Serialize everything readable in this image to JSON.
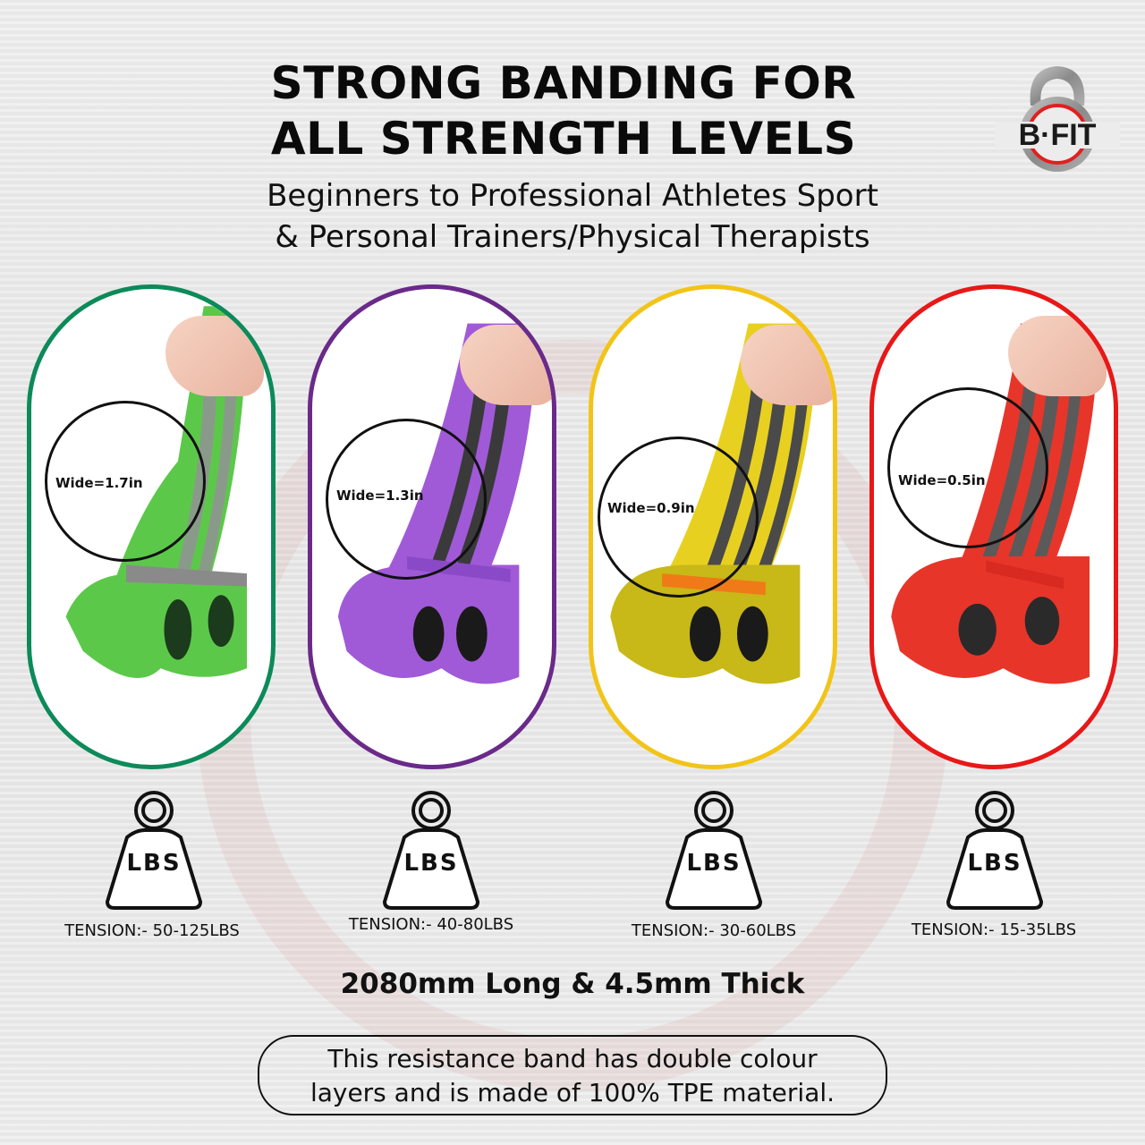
{
  "header": {
    "title_line1": "STRONG BANDING FOR",
    "title_line2": "ALL STRENGTH LEVELS",
    "subtitle_line1": "Beginners to Professional Athletes Sport",
    "subtitle_line2": "& Personal Trainers/Physical Therapists"
  },
  "logo": {
    "text": "B·FIT",
    "icon": "kettlebell-icon",
    "accent": "#e02020"
  },
  "bands": [
    {
      "color_name": "green",
      "border": "#0c8a5a",
      "band": "#5cc84a",
      "stripe": "#8a9a8a",
      "width_label": "Wide=1.7in",
      "tension": "TENSION:- 50-125LBS",
      "weight_label": "LBS"
    },
    {
      "color_name": "purple",
      "border": "#6a2a8a",
      "band": "#a05ad8",
      "stripe": "#3a3a3a",
      "width_label": "Wide=1.3in",
      "tension": "TENSION:- 40-80LBS",
      "weight_label": "LBS"
    },
    {
      "color_name": "yellow",
      "border": "#f2c418",
      "band": "#e8d020",
      "stripe": "#4a4a4a",
      "width_label": "Wide=0.9in",
      "tension": "TENSION:- 30-60LBS",
      "weight_label": "LBS"
    },
    {
      "color_name": "red",
      "border": "#e81818",
      "band": "#e8352a",
      "stripe": "#5a5a5a",
      "width_label": "Wide=0.5in",
      "tension": "TENSION:- 15-35LBS",
      "weight_label": "LBS"
    }
  ],
  "specs": {
    "dimensions": "2080mm Long & 4.5mm Thick"
  },
  "note": {
    "line1": "This resistance band has double colour",
    "line2": "layers and is made of 100% TPE material."
  }
}
